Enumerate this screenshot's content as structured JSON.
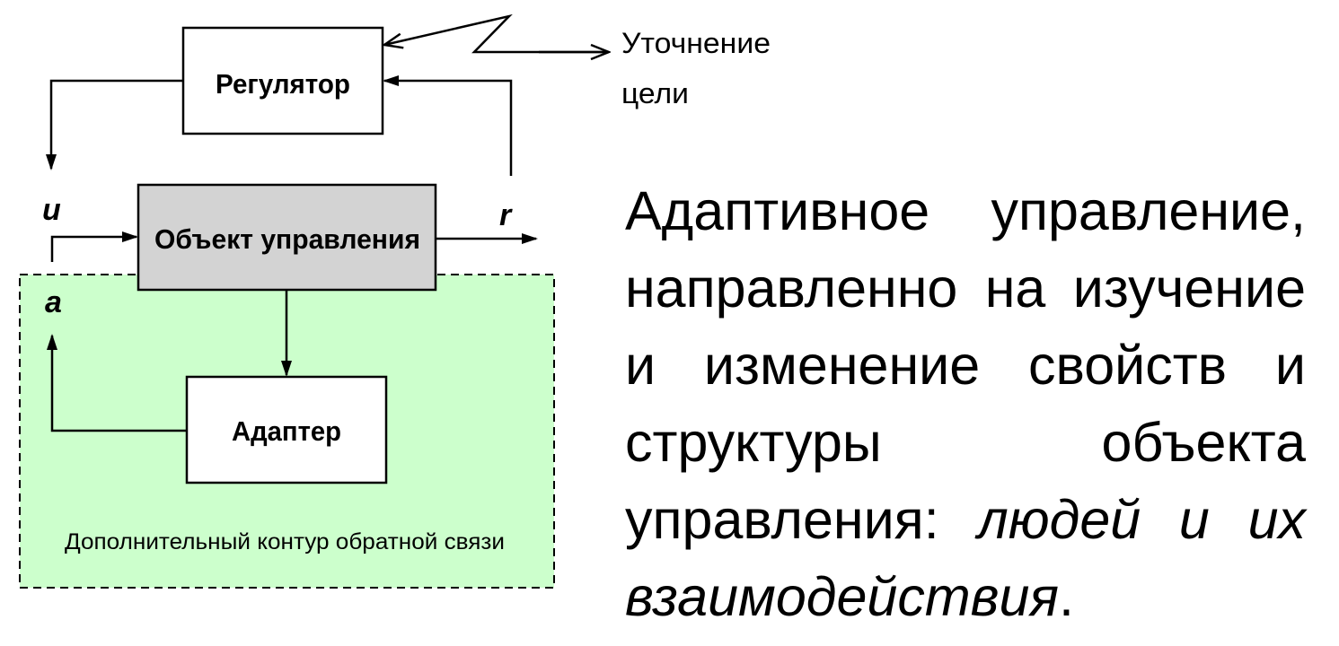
{
  "diagram": {
    "regulator": {
      "label": "Регулятор"
    },
    "control_object": {
      "label": "Объект управления",
      "fill": "#d3d3d3"
    },
    "adapter": {
      "label": "Адаптер"
    },
    "feedback_zone": {
      "label": "Дополнительный контур обратной связи",
      "fill": "#ccffcc"
    },
    "signals": {
      "u": "u",
      "r": "r",
      "a": "a"
    },
    "goal_note": {
      "line1": "Уточнение",
      "line2": "цели"
    }
  },
  "description": {
    "lead": "Адаптивное управление, направленно на изучение и изменение свойств и структуры объекта управления: ",
    "emphasis": "людей и их взаимодействия",
    "tail": "."
  }
}
